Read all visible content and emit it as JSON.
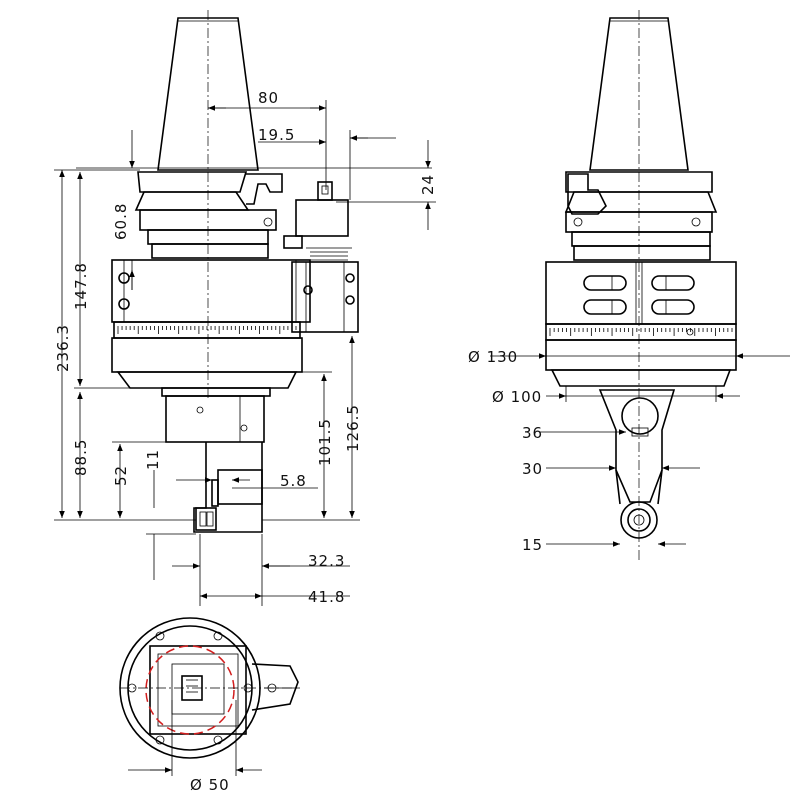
{
  "front_view_dims": {
    "d80": "80",
    "d19_5": "19.5",
    "d24": "24",
    "d60_8": "60.8",
    "d147_8": "147.8",
    "d236_3": "236.3",
    "d88_5": "88.5",
    "d52": "52",
    "d11": "11",
    "d5_8": "5.8",
    "d101_5": "101.5",
    "d126_5": "126.5",
    "d32_3": "32.3",
    "d41_8": "41.8"
  },
  "side_view_dims": {
    "d130": "Ø 130",
    "d100": "Ø 100",
    "d36": "36",
    "d30": "30",
    "d15": "15"
  },
  "bottom_view_dims": {
    "d50": "Ø 50"
  },
  "colors": {
    "line": "#000000",
    "highlight": "#d21e1e",
    "background": "#ffffff"
  }
}
